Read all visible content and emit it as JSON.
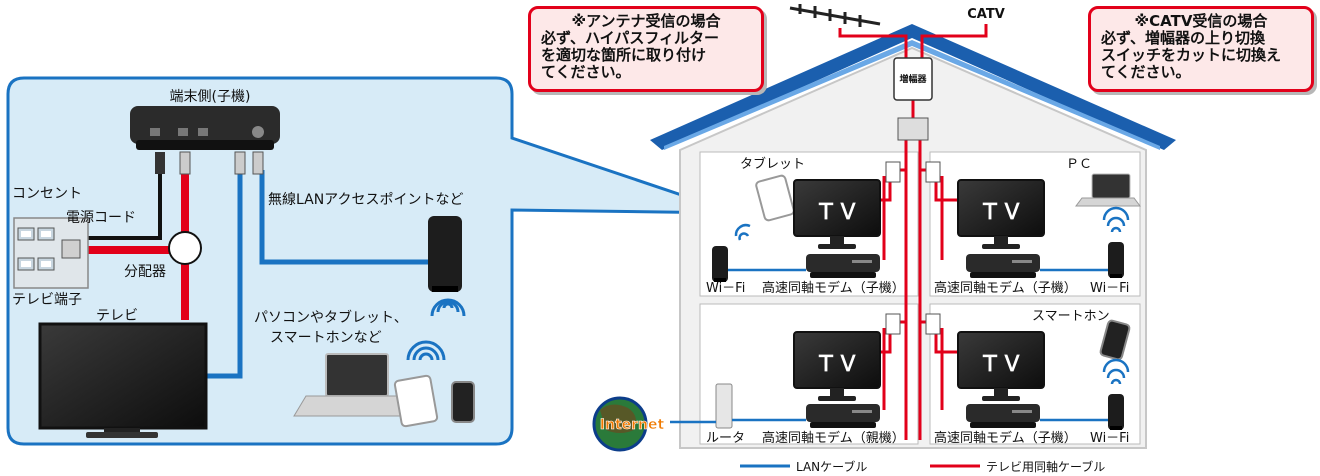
{
  "colors": {
    "lan": "#1a73c2",
    "coax": "#e2001a",
    "roof": "#1b5fae",
    "panel_bg": "#d7ebf7",
    "panel_border": "#1a73c2"
  },
  "left_panel": {
    "device_label": "端末側(子機)",
    "outlet_label": "コンセント",
    "power_cord_label": "電源コード",
    "splitter_label": "分配器",
    "tv_terminal_label": "テレビ端子",
    "tv_label": "テレビ",
    "wireless_ap_label": "無線LANアクセスポイントなど",
    "pc_tablet_label_1": "パソコンやタブレット、",
    "pc_tablet_label_2": "スマートホンなど"
  },
  "callout_antenna": {
    "line1": "※アンテナ受信の場合",
    "line2": "必ず、ハイパスフィルター",
    "line3": "を適切な箇所に取り付け",
    "line4": "てください。"
  },
  "callout_catv": {
    "line1": "※CATV受信の場合",
    "line2": "必ず、増幅器の上り切換",
    "line3": "スイッチをカットに切換え",
    "line4": "てください。"
  },
  "house": {
    "catv_label": "CATV",
    "amplifier_label": "増幅器",
    "tablet_label": "タブレット",
    "pc_label": "ＰＣ",
    "smartphone_label": "スマートホン",
    "tv_text": "ＴＶ",
    "wifi_label": "Wi－Fi",
    "router_label": "ルータ",
    "internet_label": "Internet",
    "modem_child_label": "高速同軸モデム（子機）",
    "modem_parent_label": "高速同軸モデム（親機）"
  },
  "legend": {
    "lan_label": "LANケーブル",
    "coax_label": "テレビ用同軸ケーブル"
  }
}
